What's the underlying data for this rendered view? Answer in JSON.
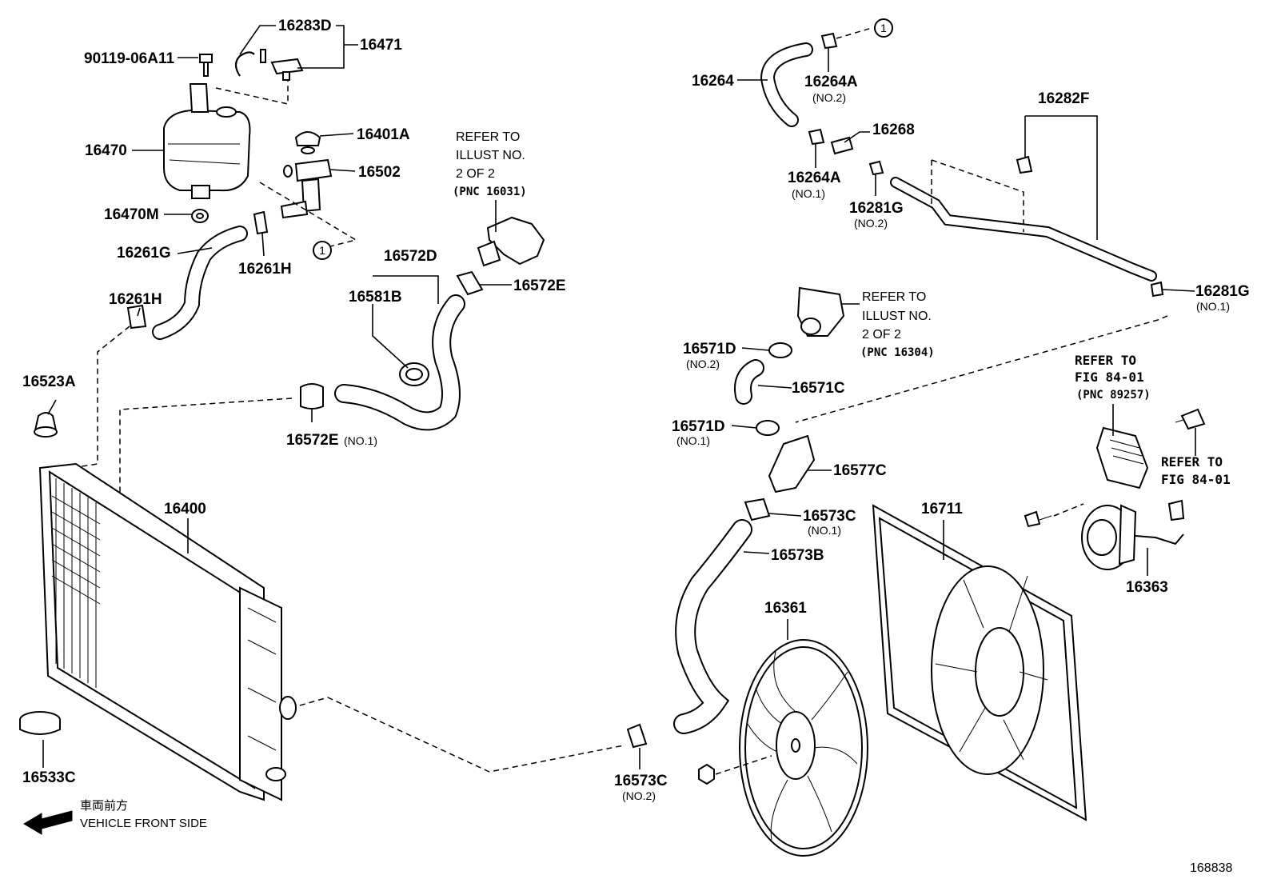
{
  "labels": {
    "p16283D": "16283D",
    "p16471": "16471",
    "p90119": "90119-06A11",
    "p16470": "16470",
    "p16401A": "16401A",
    "p16502": "16502",
    "p16470M": "16470M",
    "p16261G": "16261G",
    "p16261H_a": "16261H",
    "p16261H_b": "16261H",
    "p16523A": "16523A",
    "p16572D": "16572D",
    "p16581B": "16581B",
    "p16572E_a": "16572E",
    "p16572E_b": "16572E",
    "p16572E_b_sub": "(NO.1)",
    "p16400": "16400",
    "p16533C": "16533C",
    "p16264": "16264",
    "p16264A_1": "16264A",
    "p16264A_1_sub": "(NO.2)",
    "p16264A_2": "16264A",
    "p16264A_2_sub": "(NO.1)",
    "p16268": "16268",
    "p16281G_1": "16281G",
    "p16281G_1_sub": "(NO.2)",
    "p16282F": "16282F",
    "p16281G_2": "16281G",
    "p16281G_2_sub": "(NO.1)",
    "p16571D_1": "16571D",
    "p16571D_1_sub": "(NO.2)",
    "p16571C": "16571C",
    "p16571D_2": "16571D",
    "p16571D_2_sub": "(NO.1)",
    "p16577C": "16577C",
    "p16573C_1": "16573C",
    "p16573C_1_sub": "(NO.1)",
    "p16573B": "16573B",
    "p16711": "16711",
    "p16361": "16361",
    "p16573C_2": "16573C",
    "p16573C_2_sub": "(NO.2)",
    "p16363": "16363",
    "circle1_a": "1",
    "circle1_b": "1"
  },
  "refer_notes": {
    "r1_l1": "REFER TO",
    "r1_l2": "ILLUST NO.",
    "r1_l3": "2 OF 2",
    "r1_l4": "(PNC 16031)",
    "r2_l1": "REFER TO",
    "r2_l2": "ILLUST NO.",
    "r2_l3": "2 OF 2",
    "r2_l4": "(PNC 16304)",
    "r3_l1": "REFER TO",
    "r3_l2": "FIG 84-01",
    "r3_l3": "(PNC 89257)",
    "r4_l1": "REFER TO",
    "r4_l2": "FIG 84-01"
  },
  "front": {
    "japanese": "車両前方",
    "english": "VEHICLE FRONT SIDE"
  },
  "diagram_id": "168838"
}
